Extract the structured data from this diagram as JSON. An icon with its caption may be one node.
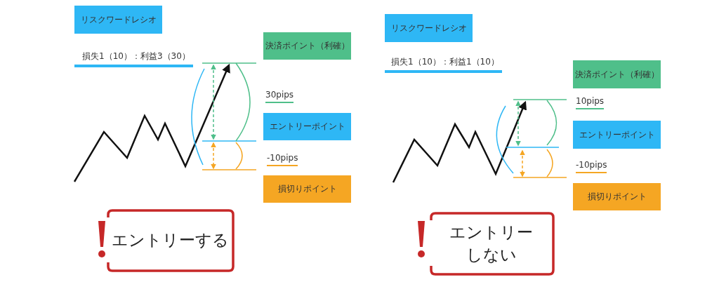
{
  "diagram": {
    "nodes": [
      {
        "text": [
          "リスクワードレシオ"
        ]
      },
      {
        "text": [
          "決済ポイント（利確）"
        ]
      },
      {
        "text": [
          "エントリーポイント"
        ]
      },
      {
        "text": [
          "損切りポイント"
        ]
      },
      {
        "text": [
          "エントリーする"
        ]
      },
      {
        "text": [
          "リスクワードレシオ"
        ]
      },
      {
        "text": [
          "決済ポイント（利確）"
        ]
      },
      {
        "text": [
          "エントリーポイント"
        ]
      },
      {
        "text": [
          "損切りポイント"
        ]
      },
      {
        "text": [
          "エントリーしない"
        ]
      }
    ],
    "edges": [],
    "labels": [
      "損失1（10）：利益3（30）",
      "30pips",
      "-10pips",
      "損失1（10）：利益1（10）",
      "10pips",
      "-10pips"
    ]
  }
}
